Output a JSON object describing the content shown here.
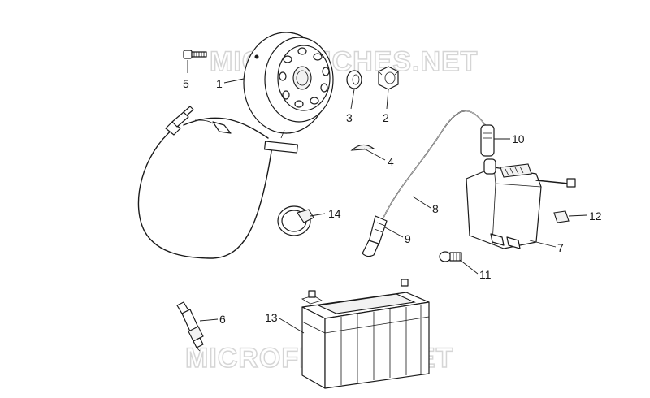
{
  "watermark": {
    "text": "MICROFICHES.NET"
  },
  "callouts": [
    "1",
    "2",
    "3",
    "4",
    "5",
    "6",
    "7",
    "8",
    "9",
    "10",
    "11",
    "12",
    "13",
    "14"
  ]
}
